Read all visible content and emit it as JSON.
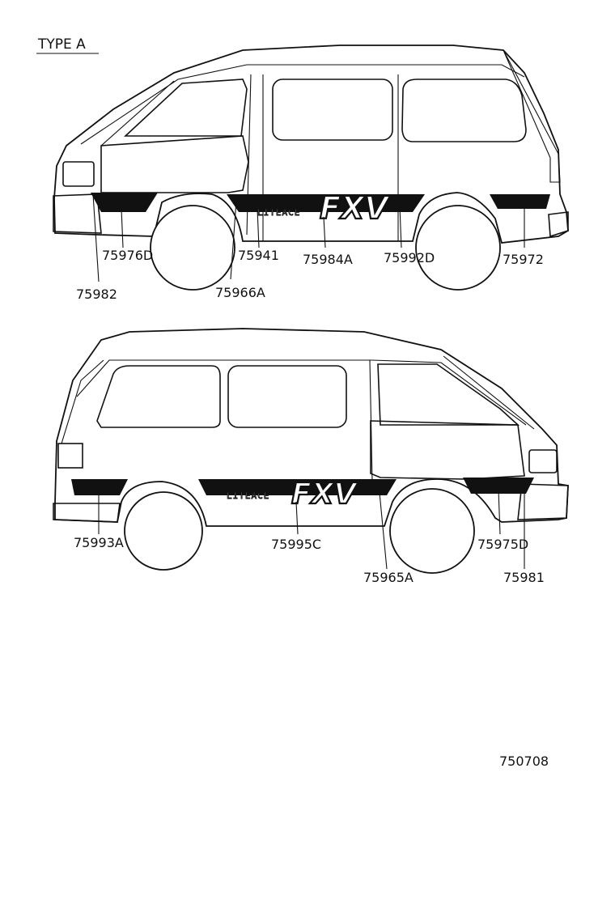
{
  "title": "TYPE A",
  "decal_text": "LITEACE",
  "badge_text": "FXV",
  "diagram_number": "750708",
  "upper_view": {
    "labels": [
      "75976D",
      "75941",
      "75984A",
      "75992D",
      "75972",
      "75982",
      "75966A"
    ]
  },
  "lower_view": {
    "labels": [
      "75993A",
      "75995C",
      "75975D",
      "75965A",
      "75981"
    ]
  }
}
